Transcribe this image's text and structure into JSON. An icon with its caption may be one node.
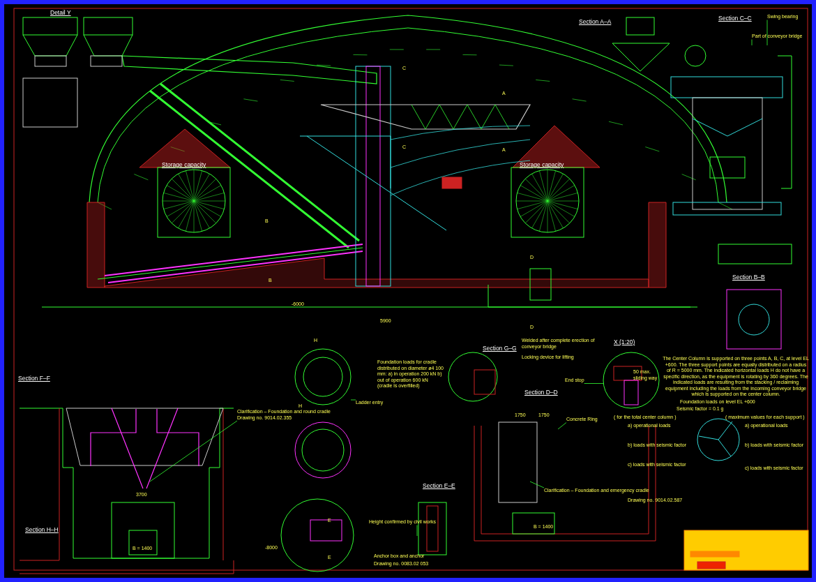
{
  "diagram": {
    "nodes": [
      {
        "text": [
          "Swing bearing"
        ]
      },
      {
        "text": [
          "Part of conveyor bridge"
        ]
      },
      {
        "text": [
          "Ladder entry"
        ]
      },
      {
        "text": [
          "Concrete Ring"
        ]
      },
      {
        "text": [
          "End stop"
        ]
      },
      {
        "text": [
          "Height confirmed by civil works"
        ]
      },
      {
        "text": [
          "Clarification – Foundation and emergency cradle"
        ]
      },
      {
        "text": [
          "Clarification – Foundation and round cradle",
          "Drawing no. 9014.02.355"
        ]
      },
      {
        "text": [],
        "shape": "picture"
      },
      {
        "text": [],
        "shape": "picture"
      },
      {
        "text": [],
        "shape": "picture"
      }
    ],
    "edges": [
      {
        "from": 0,
        "to": 8,
        "arrow": "none"
      },
      {
        "from": 1,
        "to": 8,
        "arrow": "none"
      },
      {
        "from": 2,
        "to": 10,
        "arrow": "none"
      },
      {
        "from": 3,
        "to": null,
        "arrow": "none"
      },
      {
        "from": 4,
        "to": 9,
        "arrow": "none"
      },
      {
        "from": 5,
        "to": null,
        "arrow": "none"
      },
      {
        "from": 6,
        "to": null,
        "arrow": "none"
      },
      {
        "from": 7,
        "to": null,
        "arrow": "none"
      }
    ],
    "labels": [
      "Detail Y",
      "Section A–A",
      "Section C–C",
      "Storage capacity",
      "Storage capacity",
      "C",
      "A",
      "C",
      "A",
      "B",
      "B",
      "D",
      "D",
      "-6000",
      "5900",
      "Section B–B",
      "H",
      "H",
      "Section G–G",
      "Welded after complete erection of conveyor bridge",
      "Locking device for lifting",
      "X (1:20)",
      "50 max. sliding way",
      "Foundation loads for cradle distributed on diameter ø4 100 mm: a) in operation 200 kN b) out of operation 600 kN (cradle is overfilled)",
      "Section D–D",
      "1750",
      "1750",
      "The Center Column is supported on three points A, B, C, at level EL +600. The three support points are equally distributed on a radius of R = 5000 mm. The indicated horizontal loads H do not have a specific direction, as the equipment is rotating by 360 degrees. The indicated loads are resulting from the stacking / reclaiming equipment including the loads from the incoming conveyor bridge which is supported on the center column.",
      "Foundation loads on level EL +600",
      "( for the total center column )",
      "Seismic factor = 0.1 g",
      "( maximum values for each support )",
      "a) operational loads",
      "a) operational loads",
      "b) loads with seismic factor",
      "b) loads with seismic factor",
      "c) loads with seismic factor",
      "c) loads with seismic factor",
      "Section F–F",
      "3700",
      "Drawing no. 9014.02.587",
      "Section E–E",
      "E",
      "E",
      "Section H–H",
      "B = 1400",
      "B = 1400",
      "-8000",
      "Anchor box and anchor",
      "Drawing no. 0083.02 053"
    ]
  }
}
